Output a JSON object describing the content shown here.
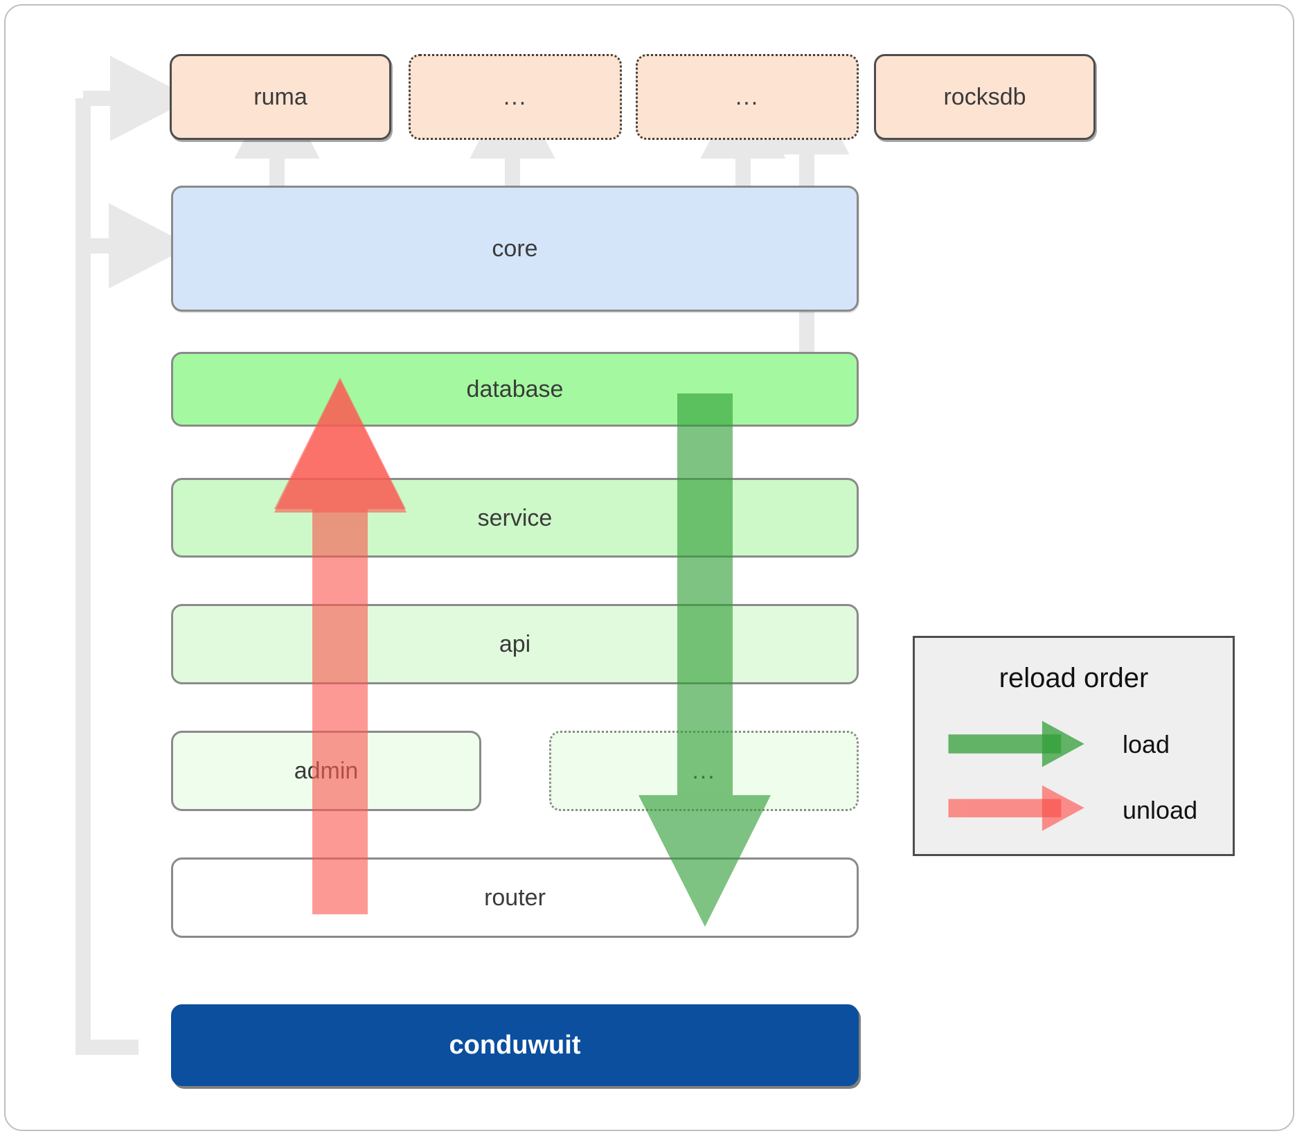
{
  "diagram": {
    "title": "conduwuit crate / reload order architecture",
    "colors": {
      "package_fill": "#fde3d1",
      "core_fill": "#d4e5fa",
      "database_fill": "#a4f9a0",
      "service_fill": "#cdf8c8",
      "api_fill": "#e1fadd",
      "admin_fill": "#effdec",
      "router_fill": "#ffffff",
      "app_fill": "#0b4f9e",
      "load_arrow": "#4caf50",
      "unload_arrow": "#fa8480",
      "connector": "#e8e8e8",
      "legend_bg": "#efefef"
    },
    "top_row": [
      {
        "label": "ruma",
        "style": "solid"
      },
      {
        "label": "...",
        "style": "dotted"
      },
      {
        "label": "...",
        "style": "dotted"
      },
      {
        "label": "rocksdb",
        "style": "solid"
      }
    ],
    "stack": [
      {
        "label": "core",
        "style": "solid",
        "tone": "core"
      },
      {
        "label": "database",
        "style": "solid",
        "tone": "database"
      },
      {
        "label": "service",
        "style": "solid",
        "tone": "service"
      },
      {
        "label": "api",
        "style": "solid",
        "tone": "api"
      },
      {
        "label": "admin",
        "style": "solid",
        "tone": "admin"
      },
      {
        "label": "...",
        "style": "dotted",
        "tone": "admin"
      },
      {
        "label": "router",
        "style": "solid",
        "tone": "router"
      }
    ],
    "app": {
      "label": "conduwuit"
    },
    "legend": {
      "title": "reload order",
      "items": [
        {
          "label": "load",
          "color": "#4caf50",
          "direction": "right"
        },
        {
          "label": "unload",
          "color": "#fa8480",
          "direction": "right"
        }
      ]
    },
    "flows": [
      {
        "name": "load",
        "direction": "down",
        "color": "#4caf50",
        "from": "database",
        "to": "router"
      },
      {
        "name": "unload",
        "direction": "up",
        "color": "#fa8480",
        "from": "router",
        "to": "database"
      }
    ]
  }
}
